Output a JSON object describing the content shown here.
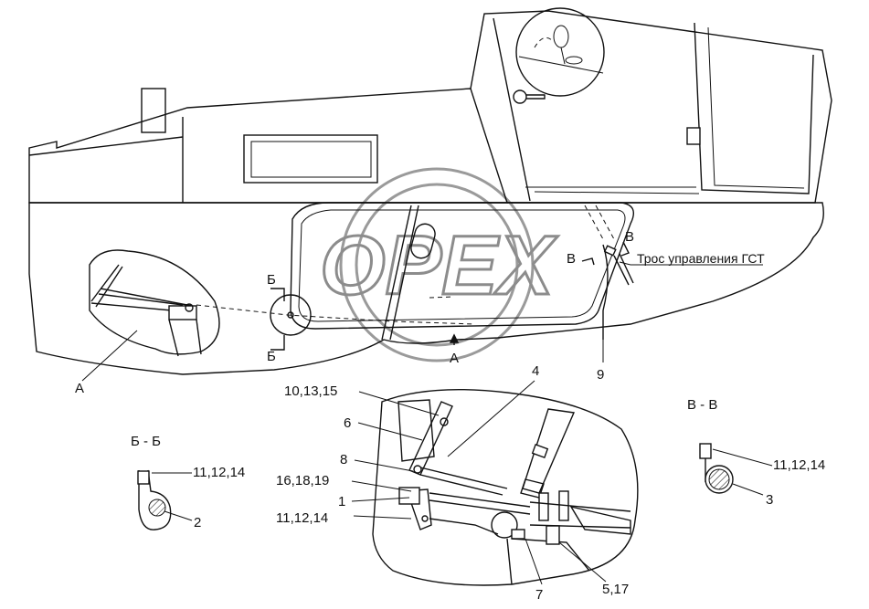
{
  "watermark": {
    "text": "OPEX",
    "color": "#9a9a9a"
  },
  "views": {
    "a_top": "А",
    "a_bottom": "А",
    "b_top": "Б",
    "b_bottom": "Б",
    "v_left": "В",
    "v_right": "В",
    "section_bb": "Б - Б",
    "section_vv": "В - В"
  },
  "callouts": {
    "cable_gst": "Трос управления ГСТ",
    "n9": "9",
    "n10_13_15": "10,13,15",
    "n4": "4",
    "n6": "6",
    "n8": "8",
    "n16_18_19": "16,18,19",
    "n1": "1",
    "n11_12_14_detail": "11,12,14",
    "n7": "7",
    "n5_17": "5,17",
    "n11_12_14_bb": "11,12,14",
    "n2": "2",
    "n11_12_14_vv": "11,12,14",
    "n3": "3"
  }
}
